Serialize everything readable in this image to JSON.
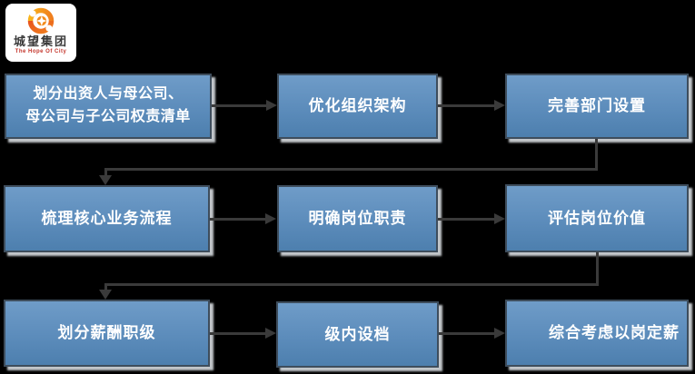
{
  "logo": {
    "company_name": "城望集团",
    "tagline": "The Hope Of City",
    "icon": "swirl-flame-icon",
    "icon_colors": [
      "#f9b31b",
      "#f28c1d",
      "#e8541e"
    ]
  },
  "flow": {
    "steps": [
      {
        "id": "step-1",
        "label": "划分出资人与母公司、\n母公司与子公司权责清单"
      },
      {
        "id": "step-2",
        "label": "优化组织架构"
      },
      {
        "id": "step-3",
        "label": "完善部门设置"
      },
      {
        "id": "step-4",
        "label": "梳理核心业务流程"
      },
      {
        "id": "step-5",
        "label": "明确岗位职责"
      },
      {
        "id": "step-6",
        "label": "评估岗位价值"
      },
      {
        "id": "step-7",
        "label": "划分薪酬职级"
      },
      {
        "id": "step-8",
        "label": "级内设档"
      },
      {
        "id": "step-9",
        "label": "综合考虑以岗定薪"
      }
    ],
    "edges": [
      {
        "from": "step-1",
        "to": "step-2"
      },
      {
        "from": "step-2",
        "to": "step-3"
      },
      {
        "from": "step-3",
        "to": "step-4"
      },
      {
        "from": "step-4",
        "to": "step-5"
      },
      {
        "from": "step-5",
        "to": "step-6"
      },
      {
        "from": "step-6",
        "to": "step-7"
      },
      {
        "from": "step-7",
        "to": "step-8"
      },
      {
        "from": "step-8",
        "to": "step-9"
      }
    ]
  },
  "theme": {
    "background": "#000000",
    "box-fill-top": "#6f9cc8",
    "box-fill-mid": "#5c8cbb",
    "box-fill-bottom": "#4d7fae",
    "box-border": "#3e4d5c",
    "box-shadow": "#c2c6ca",
    "box-text": "#ffffff",
    "connector": "#3a3a3a",
    "logo-bg": "#ffffff",
    "logo-text": "#3a3a3a",
    "logo-tagline": "#c4342a"
  }
}
